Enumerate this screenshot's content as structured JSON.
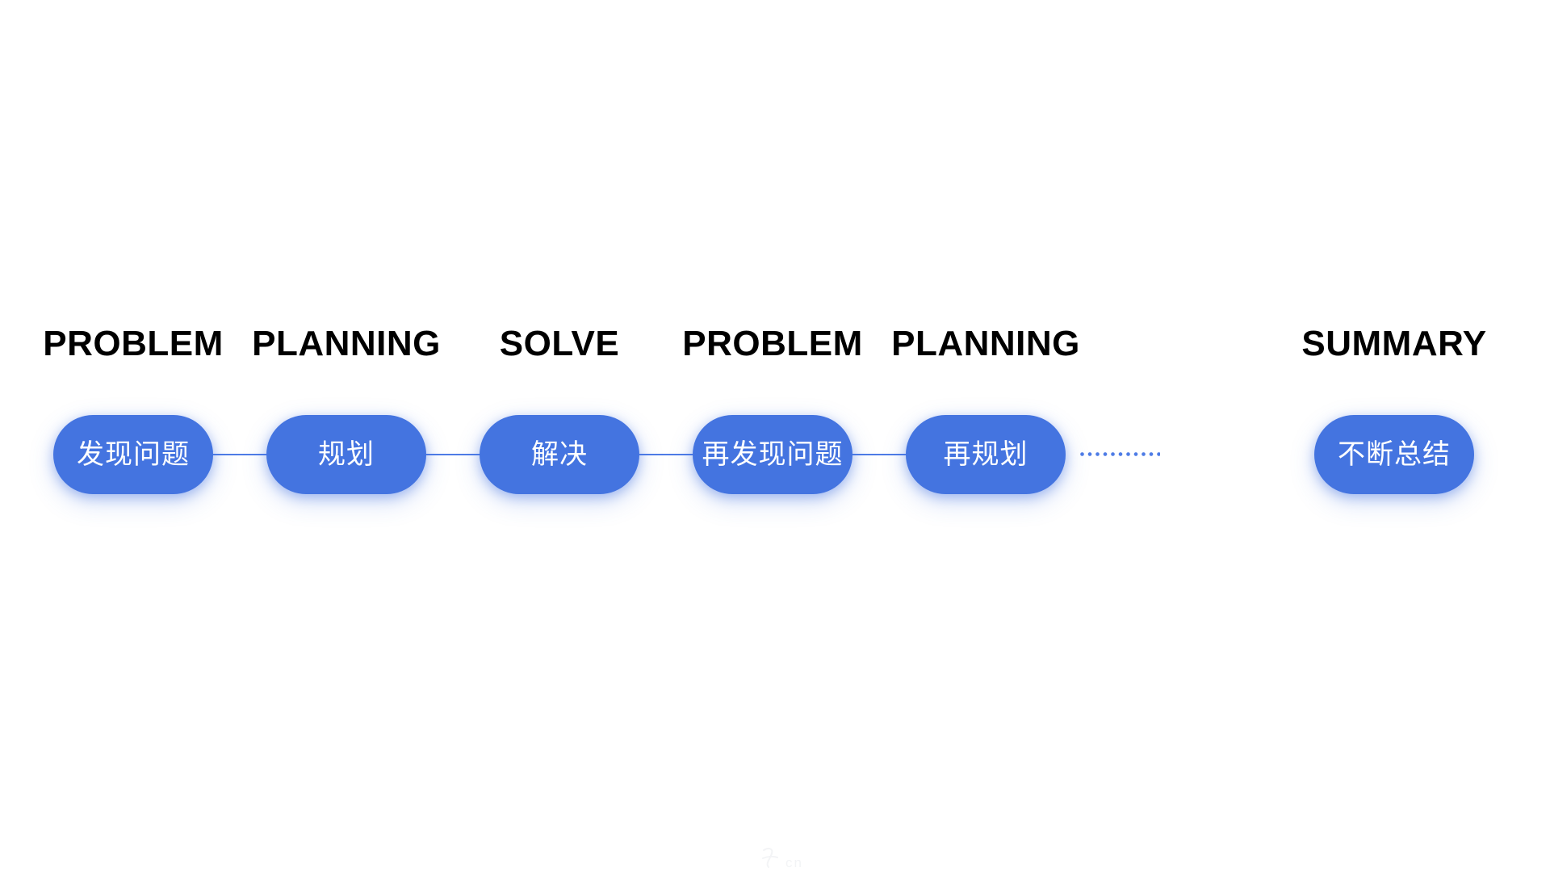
{
  "flow": {
    "steps": [
      {
        "label": "PROBLEM",
        "node": "发现问题"
      },
      {
        "label": "PLANNING",
        "node": "规划"
      },
      {
        "label": "SOLVE",
        "node": "解决"
      },
      {
        "label": "PROBLEM",
        "node": "再发现问题"
      },
      {
        "label": "PLANNING",
        "node": "再规划"
      },
      {
        "label": "SUMMARY",
        "node": "不断总结"
      }
    ],
    "colors": {
      "background": "#ffffff",
      "node_fill": "#4474e0",
      "node_text": "#ffffff",
      "label_text": "#000000",
      "connector": "#4e7ce6"
    }
  },
  "watermark": {
    "text": "cn"
  }
}
